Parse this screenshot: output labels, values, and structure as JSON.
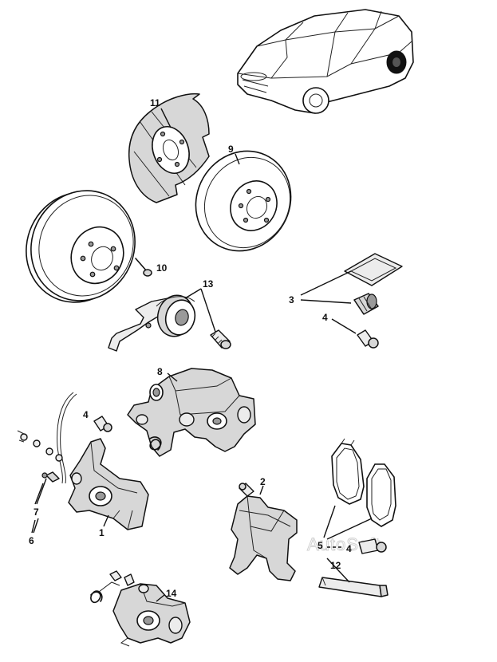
{
  "watermark": "AutoSoft",
  "labels": {
    "n1": "1",
    "n2": "2",
    "n3": "3",
    "n4a": "4",
    "n4b": "4",
    "n4c": "4",
    "n5": "5",
    "n6": "6",
    "n7": "7",
    "n8": "8",
    "n9": "9",
    "n10": "10",
    "n11": "11",
    "n12": "12",
    "n13": "13",
    "n14": "14"
  },
  "parts": [
    {
      "number": "1",
      "icon": "brake-caliper-carrier-icon"
    },
    {
      "number": "2",
      "icon": "brake-pad-carrier-icon"
    },
    {
      "number": "3",
      "icon": "repair-kit-icon"
    },
    {
      "number": "4",
      "icon": "bolt-icon"
    },
    {
      "number": "5",
      "icon": "brake-pads-icon"
    },
    {
      "number": "6",
      "icon": "bleed-screw-icon"
    },
    {
      "number": "7",
      "icon": "dust-cap-icon"
    },
    {
      "number": "8",
      "icon": "brake-caliper-icon"
    },
    {
      "number": "9",
      "icon": "brake-disc-icon"
    },
    {
      "number": "10",
      "icon": "screw-icon"
    },
    {
      "number": "11",
      "icon": "splash-shield-icon"
    },
    {
      "number": "12",
      "icon": "grease-tube-icon"
    },
    {
      "number": "13",
      "icon": "wheel-bearing-hub-icon"
    },
    {
      "number": "14",
      "icon": "caliper-assembly-icon"
    }
  ]
}
